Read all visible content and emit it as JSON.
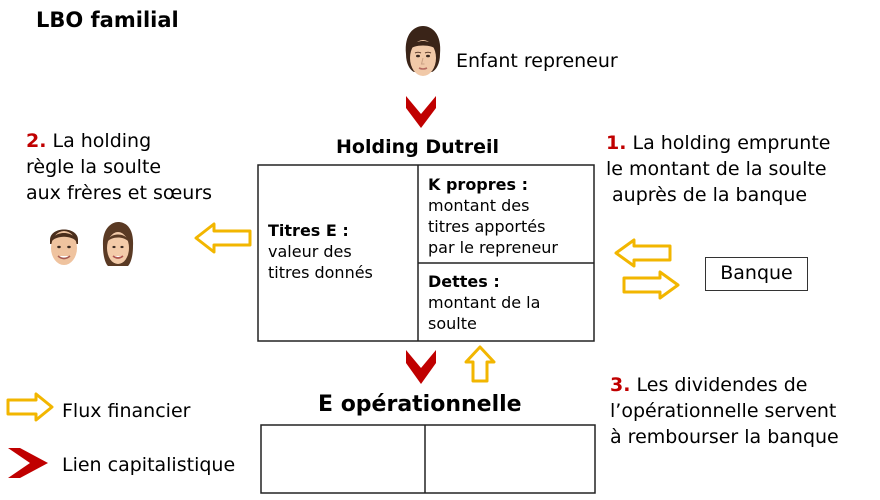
{
  "title": "LBO familial",
  "enfant": {
    "label": "Enfant repreneur"
  },
  "holding": {
    "title": "Holding Dutreil",
    "titres_heading": "Titres  E :",
    "titres_text": [
      "valeur des",
      "titres donnés"
    ],
    "kpropres_heading": "K propres :",
    "kpropres_text": [
      "montant des",
      "titres apportés",
      "par le repreneur"
    ],
    "dettes_heading": "Dettes :",
    "dettes_text": [
      "montant de la",
      "soulte"
    ]
  },
  "steps": {
    "s1": {
      "num": "1.",
      "lines": [
        "La holding emprunte",
        "le montant de la soulte",
        " auprès de la banque"
      ]
    },
    "s2": {
      "num": "2.",
      "lines": [
        "La holding",
        "règle la soulte",
        "aux frères et sœurs"
      ]
    },
    "s3": {
      "num": "3.",
      "lines": [
        "Les dividendes de",
        "l’opérationnelle servent",
        "à rembourser la banque"
      ]
    }
  },
  "banque": {
    "label": "Banque"
  },
  "eop": {
    "title": "E opérationnelle"
  },
  "legend": {
    "flux": "Flux financier",
    "lien": "Lien capitalistique"
  },
  "colors": {
    "flux_arrow_stroke": "#f2b600",
    "capital_arrow": "#c00000",
    "step_number": "#c00000"
  },
  "icons": [
    "woman-face-icon",
    "man-face-icon",
    "woman-face-icon"
  ]
}
